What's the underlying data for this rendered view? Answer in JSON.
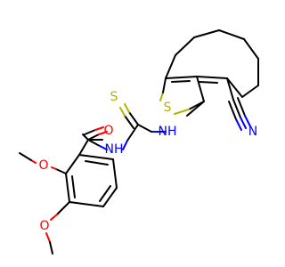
{
  "colors": {
    "background": "#ffffff",
    "carbon_bond": "#000000",
    "nitrogen": "#0000ff",
    "oxygen": "#ff0000",
    "sulfur": "#b2b200"
  },
  "atoms": {
    "ring_sulfur": "S",
    "thio_sulfur": "S",
    "nh_right": "NH",
    "nh_left": "NH",
    "nitrile_n": "N",
    "carbonyl_o": "O",
    "methoxy_o_upper": "O",
    "methoxy_o_lower": "O"
  }
}
